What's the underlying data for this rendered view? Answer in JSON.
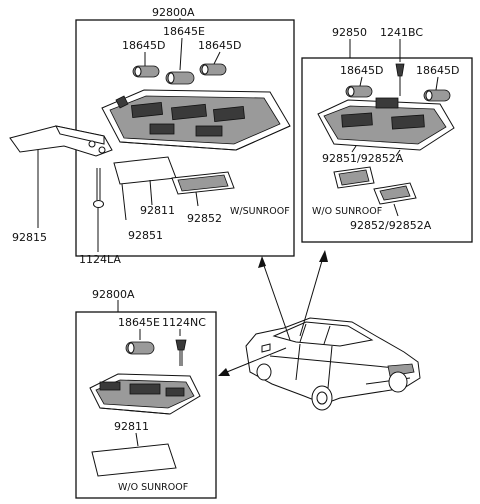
{
  "labels": {
    "top_left": {
      "assembly": "92800A",
      "lamp_center": "18645E",
      "lamp_left": "18645D",
      "lamp_right": "18645D",
      "caption": "W/SUNROOF",
      "lens_a": "92811",
      "lens_b": "92852",
      "lens_c": "92851",
      "bracket": "92815",
      "screw": "1124LA"
    },
    "top_right": {
      "assembly": "92850",
      "clip": "1241BC",
      "lamp_left": "18645D",
      "lamp_right": "18645D",
      "lens_a": "92851/92852A",
      "caption": "W/O SUNROOF",
      "lens_b": "92852/92852A"
    },
    "bottom": {
      "assembly": "92800A",
      "lamp": "18645E",
      "screw": "1124NC",
      "lens": "92811",
      "caption": "W/O SUNROOF"
    }
  }
}
